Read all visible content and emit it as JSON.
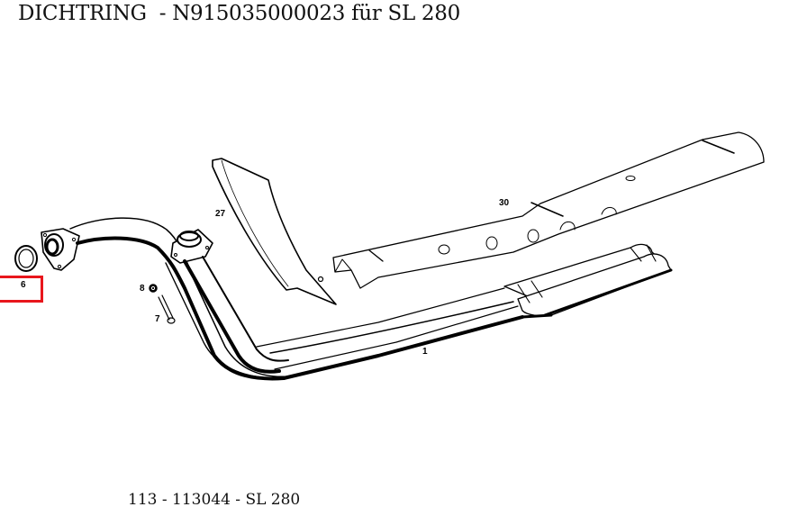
{
  "header": {
    "title": "DICHTRING  - N915035000023 für SL 280"
  },
  "footer": {
    "caption": "113 - 113044 - SL 280"
  },
  "highlight": {
    "color": "#e8161c",
    "part_number": "6"
  },
  "callouts": [
    {
      "label": "6",
      "part": "gasket-ring",
      "highlighted": true
    },
    {
      "label": "8",
      "part": "nut"
    },
    {
      "label": "7",
      "part": "bolt"
    },
    {
      "label": "27",
      "part": "heat-shield-front"
    },
    {
      "label": "30",
      "part": "heat-shield-tunnel"
    },
    {
      "label": "1",
      "part": "exhaust-pipe-assembly"
    }
  ]
}
